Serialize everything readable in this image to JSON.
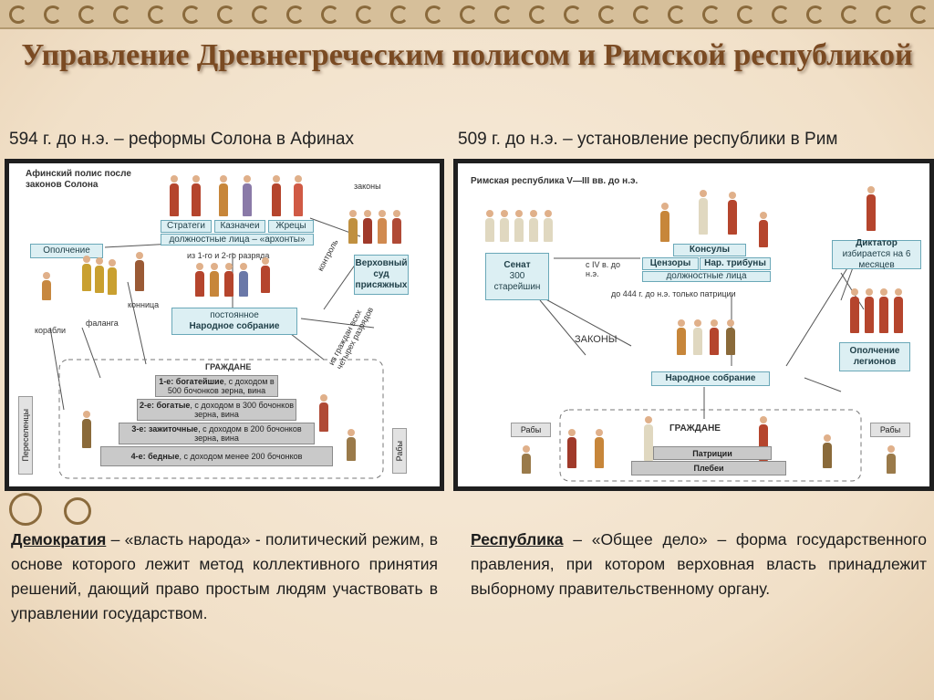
{
  "title": "Управление Древнегреческим полисом и Римской республикой",
  "left": {
    "date_heading": "594 г. до н.э. – реформы Солона в Афинах",
    "diagram_title": "Афинский полис после законов Солона",
    "officials": [
      "Стратеги",
      "Казначеи",
      "Жрецы"
    ],
    "officials_note": "должностные лица – «архонты»",
    "ranks_note": "из 1-го и 2-го разряда",
    "militia": "Ополчение",
    "laws": "законы",
    "control": "контроль",
    "court": "Верховный суд присяжных",
    "assembly_prefix": "постоянное",
    "assembly": "Народное собрание",
    "ships": "корабли",
    "phalanx": "фаланга",
    "cavalry": "конница",
    "citizens_of_four": "из граждан всех четырех разрядов",
    "citizens": "ГРАЖДАНЕ",
    "tiers": [
      {
        "name": "1-е: богатейшие",
        "desc": ", с доходом в 500 бочонков зерна, вина"
      },
      {
        "name": "2-е: богатые",
        "desc": ", с доходом в 300 бочонков зерна, вина"
      },
      {
        "name": "3-е: зажиточные",
        "desc": ", с доходом в 200 бочонков зерна, вина"
      },
      {
        "name": "4-е: бедные",
        "desc": ", с доходом менее 200 бочонков"
      }
    ],
    "settlers": "Переселенцы",
    "slaves": "Рабы",
    "def_term": "Демократия",
    "def_text": " – «власть народа» - политический режим, в основе которого лежит метод коллективного принятия решений, дающий право простым людям участвовать в управлении государством."
  },
  "right": {
    "date_heading": "509 г. до н.э. – установление республики в Рим",
    "diagram_title": "Римская республика V—III вв. до н.э.",
    "senate": "Сенат",
    "senate_count": "300",
    "senate_desc": "старейшин",
    "from_iv": "с IV в. до н.э.",
    "consuls": "Консулы",
    "censors": "Цензоры",
    "tribunes": "Нар. трибуны",
    "officials_note": "должностные лица",
    "patricians_note": "до 444 г. до н.э. только патриции",
    "laws": "ЗАКОНЫ",
    "dictator": "Диктатор",
    "dictator_note": "избирается на 6 месяцев",
    "militia": "Ополчение легионов",
    "assembly": "Народное собрание",
    "citizens": "ГРАЖДАНЕ",
    "patricians": "Патриции",
    "plebeians": "Плебеи",
    "slaves_left": "Рабы",
    "slaves_right": "Рабы",
    "def_term": "Республика",
    "def_text": " – «Общее дело» – форма государственного правления, при котором верховная власть принадлежит выборному правительственному органу."
  },
  "colors": {
    "title": "#7a4a22",
    "box_fill": "#dceff3",
    "box_border": "#6aa8b8",
    "background": "#f3e4cf"
  }
}
